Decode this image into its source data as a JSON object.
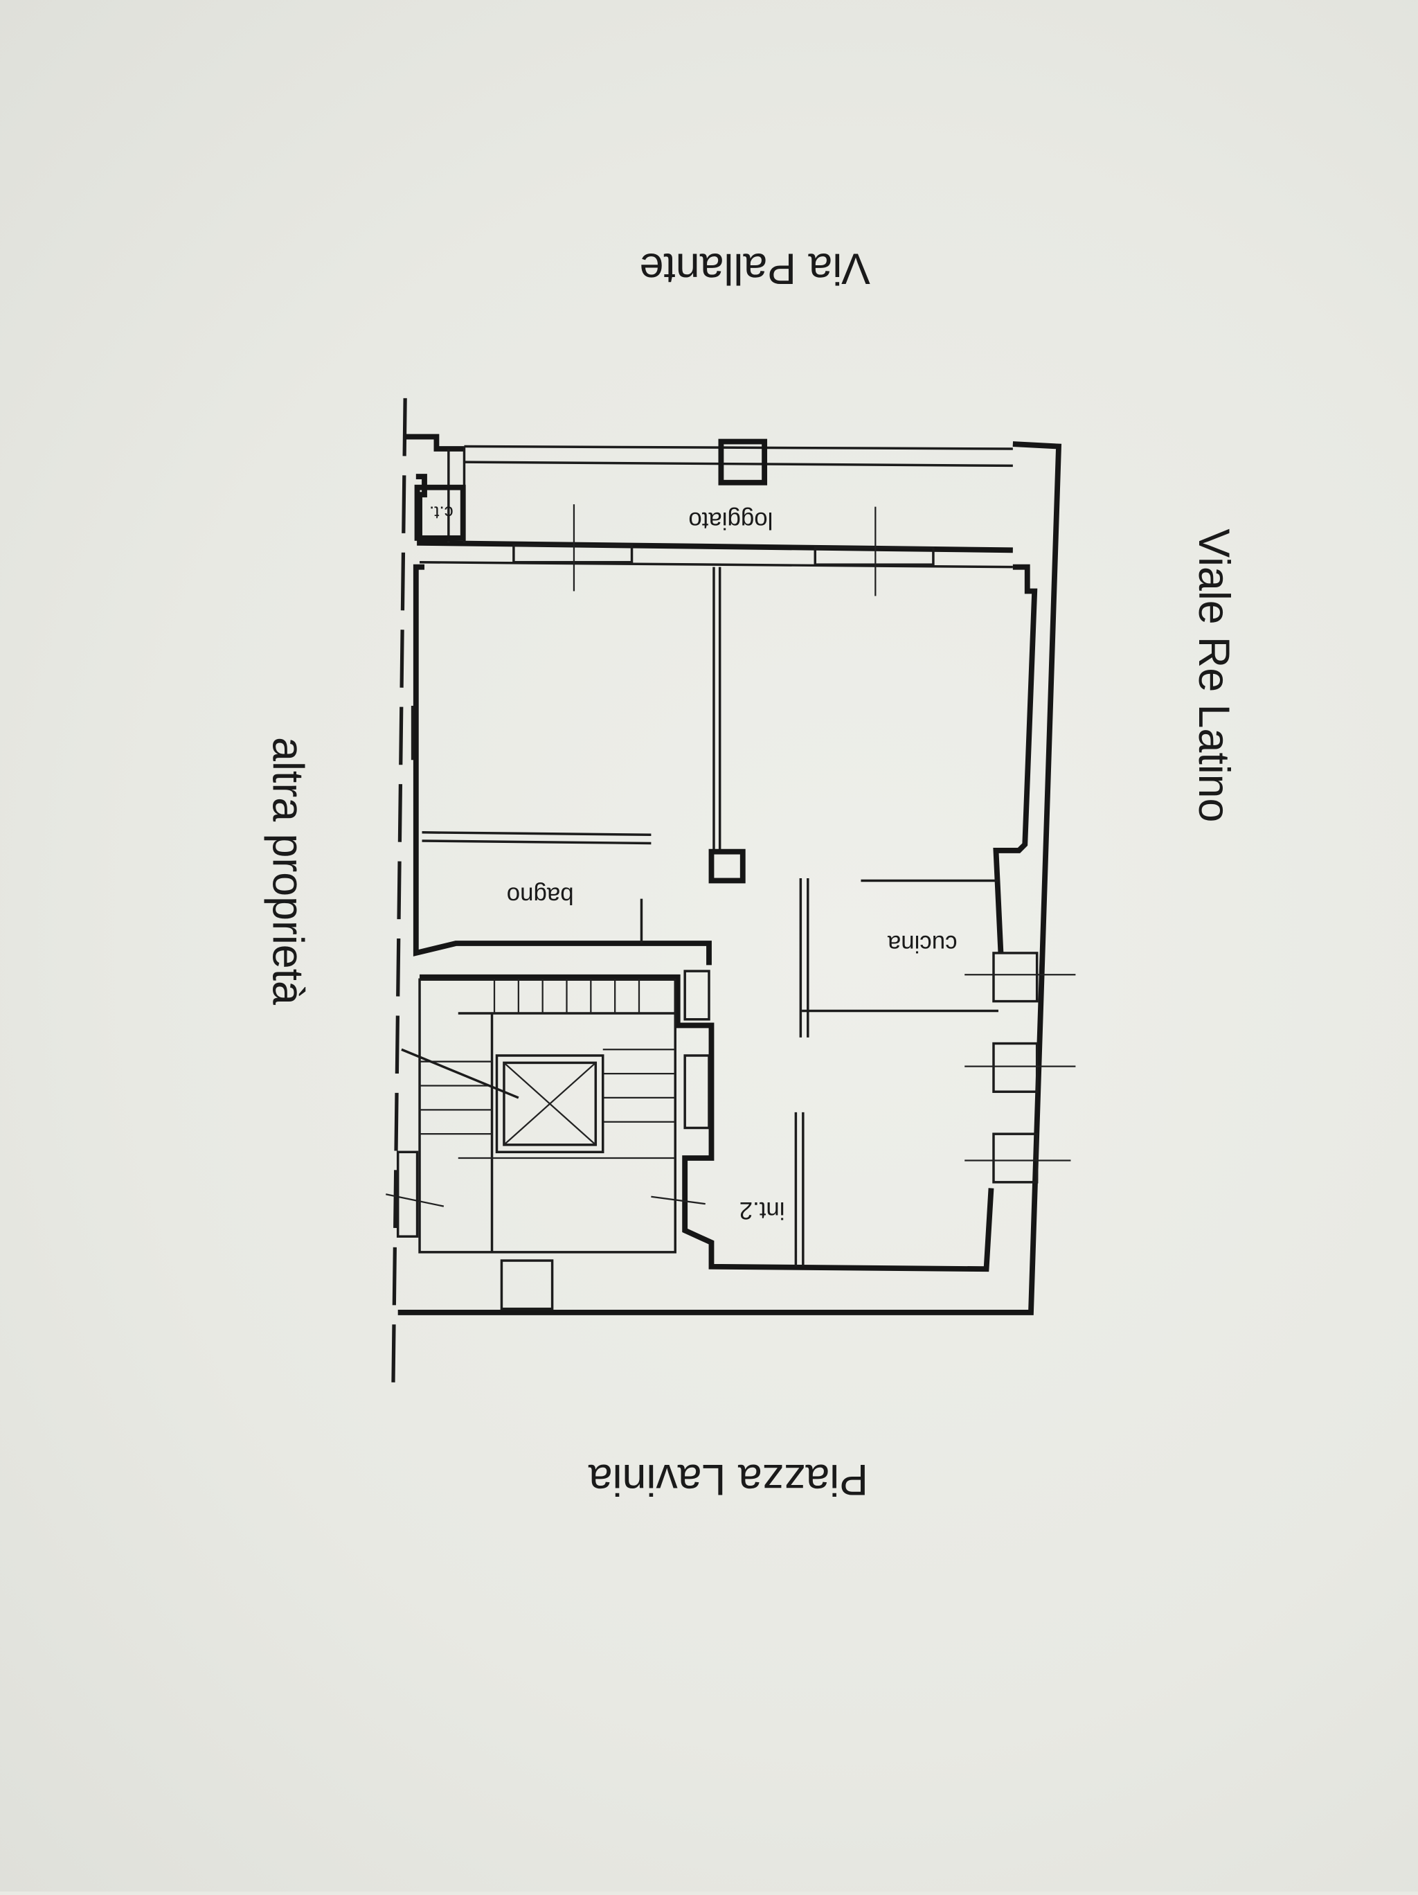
{
  "streets": {
    "top": "Via Pallante",
    "right": "Viale Re Latino",
    "left": "altra proprietà",
    "bottom": "Piazza Lavinia"
  },
  "rooms": {
    "loggia": "loggiato",
    "boiler": "c.t.",
    "bathroom": "bagno",
    "kitchen": "cucina",
    "unit": "int.2"
  }
}
